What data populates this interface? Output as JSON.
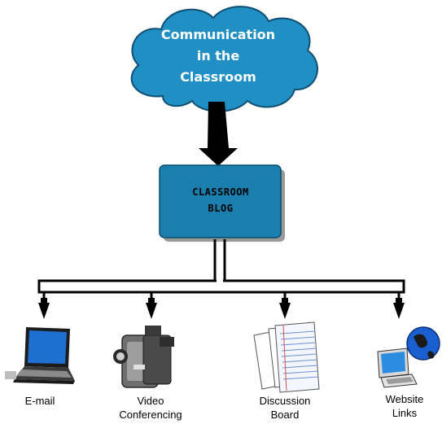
{
  "cloud": {
    "line1": "Communication",
    "line2": "in the",
    "line3": "Classroom",
    "fill": "#1f8fc4"
  },
  "hub": {
    "line1": "CLASSROOM",
    "line2": "BLOG",
    "fill": "#1a7fae"
  },
  "tools": [
    {
      "line1": "E-mail",
      "line2": "",
      "icon": "laptop-icon"
    },
    {
      "line1": "Video",
      "line2": "Conferencing",
      "icon": "video-camera-icon"
    },
    {
      "line1": "Discussion",
      "line2": "Board",
      "icon": "papers-icon"
    },
    {
      "line1": "Website",
      "line2": "Links",
      "icon": "globe-computer-icon"
    }
  ]
}
